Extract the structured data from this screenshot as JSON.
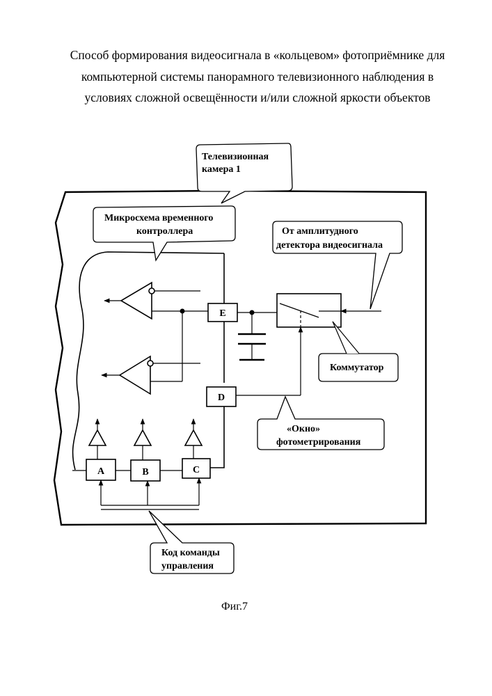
{
  "title_lines": [
    "Способ формирования видеосигнала в «кольцевом» фотоприёмнике для",
    "компьютерной  системы панорамного телевизионного наблюдения в",
    "условиях сложной освещённости и/или сложной яркости объектов"
  ],
  "callouts": {
    "camera": [
      "Телевизионная",
      "камера 1"
    ],
    "controller": [
      "Микросхема временного",
      "контроллера"
    ],
    "detector": [
      "От амплитудного",
      "детектора видеосигнала"
    ],
    "switch": [
      "Коммутатор"
    ],
    "window": [
      "«Окно»",
      "фотометрирования"
    ],
    "code": [
      "Код команды",
      "управления"
    ]
  },
  "blocks": {
    "E": "E",
    "D": "D",
    "A": "A",
    "B": "B",
    "C": "C"
  },
  "figure_caption": "Фиг.7"
}
